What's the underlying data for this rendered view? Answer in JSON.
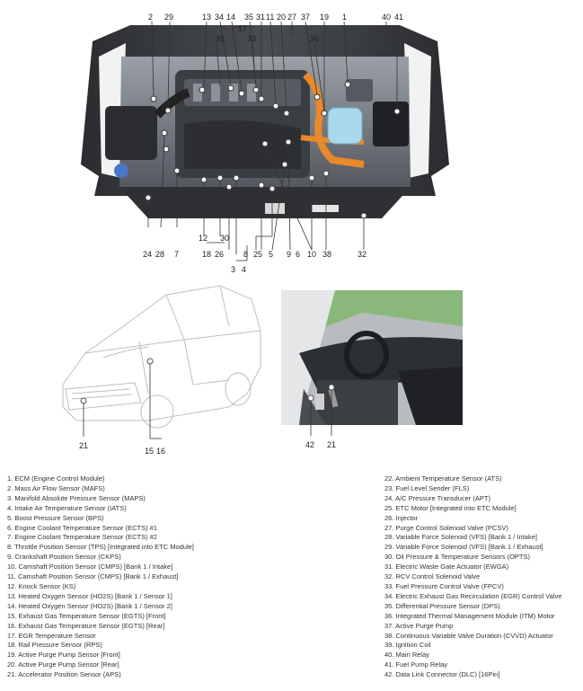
{
  "engine_callouts": {
    "top": [
      "2",
      "29",
      "13",
      "34",
      "14",
      "35",
      "31",
      "11",
      "20",
      "27",
      "37",
      "19",
      "1",
      "40",
      "41",
      "39",
      "17",
      "33",
      "36"
    ],
    "bottom": [
      "24",
      "28",
      "7",
      "12",
      "30",
      "18",
      "26",
      "8",
      "25",
      "5",
      "9",
      "6",
      "10",
      "38",
      "32",
      "3",
      "4"
    ]
  },
  "vehicle_callouts": [
    "21",
    "15",
    "16"
  ],
  "cabin_callouts": [
    "42",
    "21"
  ],
  "legend": [
    "1. ECM (Engine Control Module)",
    "2. Mass Air Flow Sensor (MAFS)",
    "3. Manifold Absolute Pressure Sensor (MAPS)",
    "4. Intake Air Temperature Sensor (IATS)",
    "5. Boost Pressure Sensor (BPS)",
    "6. Engine Coolant Temperature Sensor (ECTS) #1",
    "7. Engine Coolant Temperature Sensor (ECTS) #2",
    "8. Throttle Position Sensor (TPS) [Integrated into ETC Module]",
    "9. Crankshaft Position Sensor (CKPS)",
    "10. Camshaft Position Sensor (CMPS) [Bank 1 / Intake]",
    "11. Camshaft Position Sensor (CMPS) [Bank 1 / Exhaust]",
    "12. Knock Sensor (KS)",
    "13. Heated Oxygen Sensor (HO2S) [Bank 1 / Sensor 1]",
    "14. Heated Oxygen Sensor (HO2S) [Bank 1 / Sensor 2]",
    "15. Exhaust Gas Temperature Sensor (EGTS) [Front]",
    "16. Exhaust Gas Temperature Sensor (EGTS) [Rear]",
    "17. EGR Temperature Sensor",
    "18. Rail Pressure Sensor (RPS)",
    "19. Active Purge Pump Sensor [Front]",
    "20. Active Purge Pump Sensor [Rear]",
    "21. Accelerator Position Sensor (APS)",
    "22. Ambient Temperature Sensor (ATS)",
    "23. Fuel Level Sender (FLS)",
    "24. A/C Pressure Transducer (APT)",
    "25. ETC Motor [Integrated into ETC Module]",
    "26. Injector",
    "27. Purge Control Solenoid Valve (PCSV)",
    "28. Variable Force Solenoid (VFS) [Bank 1 / Intake]",
    "29. Variable Force Solenoid (VFS) [Bank 1 / Exhaust]",
    "30. Oil Pressure & Temperature Sensors (OPTS)",
    "31. Electric Waste Gate Actuator (EWGA)",
    "32. RCV Control Solenoid Valve",
    "33. Fuel Pressure Control Valve (FPCV)",
    "34. Electric Exhaust Gas Recirculation (EGR) Control Valve",
    "35. Differential Pressure Sensor (DPS)",
    "36. Integrated Thermal Management Module (ITM) Motor",
    "37. Active Purge Pump",
    "38. Continuous Variable Valve Duration (CVVD) Actuator",
    "39. Ignition Coil",
    "40. Main Relay",
    "41. Fuel Pump Relay",
    "42. Data Link Connector (DLC) [16Pin]"
  ],
  "colors": {
    "orange_hose": "#e8892a",
    "coolant_tank": "#a9d9ec",
    "engine_dark": "#3a3d42",
    "interior_green": "#8ab87a"
  }
}
